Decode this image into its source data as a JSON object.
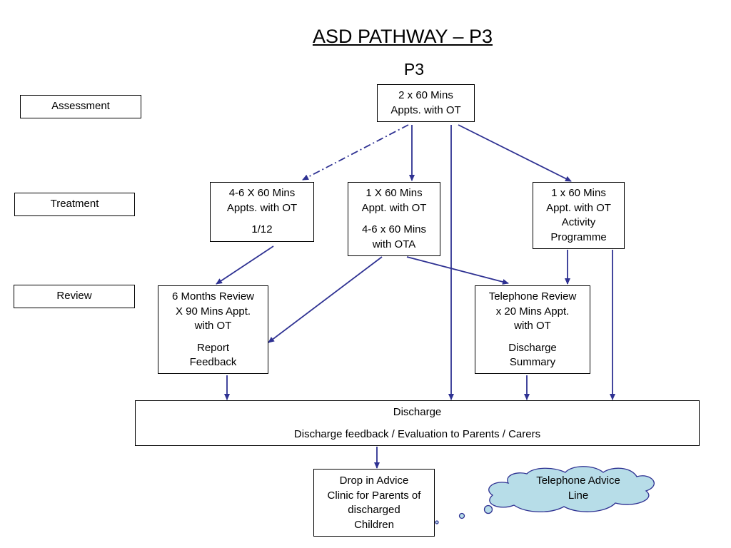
{
  "title": "ASD PATHWAY – P3",
  "subtitle": "P3",
  "stages": {
    "assessment": "Assessment",
    "treatment": "Treatment",
    "review": "Review"
  },
  "nodes": {
    "assessment_ot": [
      "2 x 60 Mins",
      "Appts. with OT"
    ],
    "treatment_left": {
      "line1": "4-6 X 60 Mins",
      "line2": "Appts. with OT",
      "extra": "1/12"
    },
    "treatment_mid": {
      "line1": "1 X 60 Mins",
      "line2": "Appt. with OT",
      "extra1": "4-6 x 60 Mins",
      "extra2": "with OTA"
    },
    "treatment_right": [
      "1 x 60 Mins",
      "Appt. with OT",
      "Activity",
      "Programme"
    ],
    "review_left": {
      "line1": "6 Months Review",
      "line2": "X 90 Mins Appt.",
      "line3": "with OT",
      "extra1": "Report",
      "extra2": "Feedback"
    },
    "review_right": {
      "line1": "Telephone Review",
      "line2": "x 20 Mins Appt.",
      "line3": "with OT",
      "extra1": "Discharge",
      "extra2": "Summary"
    },
    "discharge": {
      "title": "Discharge",
      "detail": "Discharge feedback / Evaluation to Parents / Carers"
    },
    "drop_in": [
      "Drop in Advice",
      "Clinic for Parents of",
      "discharged",
      "Children"
    ],
    "phone_line": [
      "Telephone Advice",
      "Line"
    ]
  },
  "colors": {
    "arrow": "#2e3192",
    "cloud_fill": "#b7dde8",
    "cloud_stroke": "#2e3192"
  }
}
